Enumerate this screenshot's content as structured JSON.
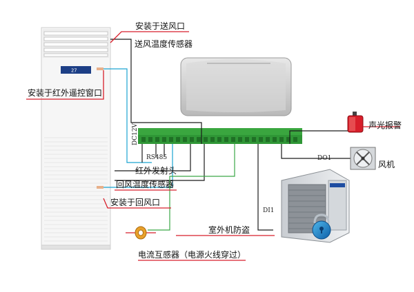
{
  "labels": {
    "supply_outlet": "安装于送风口",
    "supply_sensor": "送风温度传感器",
    "ir_window": "安装于红外遥控窗口",
    "ir_emitter": "红外发射头",
    "return_sensor": "回风温度传感器",
    "return_outlet": "安装于回风口",
    "current_transformer": "电流互感器（电源火线穿过）",
    "outdoor_antitheft": "室外机防盗",
    "sound_light_alarm": "声光报警",
    "fan": "风机"
  },
  "terminals": {
    "dc12v": "DC12V",
    "rs485": "RS485",
    "do1": "DO1",
    "di1": "DI1"
  },
  "colors": {
    "red_line": "#d81e2a",
    "cyan_wire": "#1aa3d1",
    "green_wire": "#3aa646",
    "black_wire": "#1a1a1a",
    "terminal_green": "#3aa63f"
  }
}
